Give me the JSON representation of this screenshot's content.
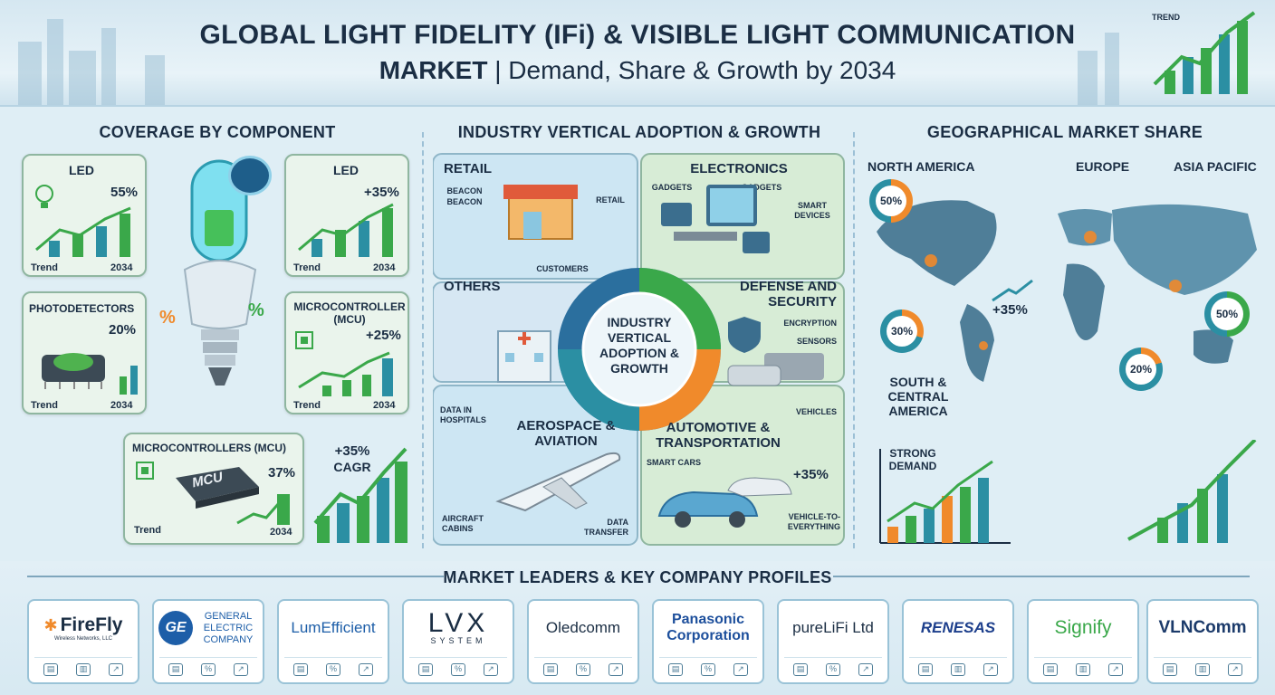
{
  "header": {
    "title_line1": "GLOBAL LIGHT FIDELITY (IFi) & VISIBLE LIGHT COMMUNICATION",
    "title_line2_bold": "MARKET",
    "title_line2_rest": " | Demand, Share & Growth by 2034",
    "trend_label": "TREND"
  },
  "component": {
    "title": "COVERAGE BY COMPONENT",
    "cards": [
      {
        "name": "LED",
        "pct": "55%",
        "trend": "Trend",
        "year": "2034"
      },
      {
        "name": "LED",
        "pct": "+35%",
        "trend": "Trend",
        "year": "2034"
      },
      {
        "name": "PHOTODETECTORS",
        "pct": "20%",
        "trend": "Trend",
        "year": "2034"
      },
      {
        "name": "MICROCONTROLLER (MCU)",
        "pct": "+25%",
        "trend": "Trend",
        "year": "2034"
      },
      {
        "name": "MICROCONTROLLERS (MCU)",
        "pct": "37%",
        "trend": "Trend",
        "year": "2034",
        "chip": "MCU"
      }
    ],
    "cagr_value": "+35%",
    "cagr_label": "CAGR"
  },
  "industry": {
    "title": "INDUSTRY VERTICAL ADOPTION & GROWTH",
    "center": "INDUSTRY VERTICAL ADOPTION & GROWTH",
    "segments": {
      "retail": {
        "label": "RETAIL",
        "beacon1": "BEACON",
        "beacon2": "BEACON",
        "retail": "RETAIL",
        "customers": "CUSTOMERS"
      },
      "electronics": {
        "label": "ELECTRONICS",
        "gadgets1": "GADGETS",
        "gadgets2": "GADGETS",
        "smart": "SMART DEVICES"
      },
      "others": {
        "label": "OTHERS",
        "hospitals": "DATA IN HOSPITALS"
      },
      "defense": {
        "label": "DEFENSE AND SECURITY",
        "encryption": "ENCRYPTION",
        "sensors": "SENSORS",
        "vehicles": "VEHICLES"
      },
      "aerospace": {
        "label": "AEROSPACE & AVIATION",
        "cabins": "AIRCRAFT CABINS",
        "transfer": "DATA TRANSFER"
      },
      "automotive": {
        "label": "AUTOMOTIVE & TRANSPORTATION",
        "smartcars": "SMART CARS",
        "pct": "+35%",
        "v2x": "VEHICLE-TO-EVERYTHING"
      }
    }
  },
  "geo": {
    "title": "GEOGRAPHICAL MARKET SHARE",
    "north_america": "NORTH AMERICA",
    "europe": "EUROPE",
    "asia_pacific": "ASIA PACIFIC",
    "south_central": "SOUTH & CENTRAL AMERICA",
    "na_share": "50%",
    "sca_share": "30%",
    "ap_share": "50%",
    "mea_share": "20%",
    "growth": "+35%",
    "strong_demand": "STRONG DEMAND"
  },
  "leaders": {
    "title": "MARKET LEADERS & KEY COMPANY PROFILES",
    "companies": [
      {
        "name": "FireFly",
        "sub": "Wireless Networks, LLC"
      },
      {
        "name": "GENERAL ELECTRIC COMPANY",
        "mark": "GE"
      },
      {
        "name": "LumEfficient"
      },
      {
        "name": "LVX",
        "sub": "SYSTEM"
      },
      {
        "name": "Oledcomm"
      },
      {
        "name": "Panasonic Corporation"
      },
      {
        "name": "pureLiFi Ltd"
      },
      {
        "name": "RENESAS"
      },
      {
        "name": "Signify"
      },
      {
        "name": "VLNComm"
      }
    ]
  },
  "colors": {
    "green": "#3aa84a",
    "teal": "#2b8fa3",
    "orange": "#f08a2b",
    "navy": "#1b2e44"
  }
}
